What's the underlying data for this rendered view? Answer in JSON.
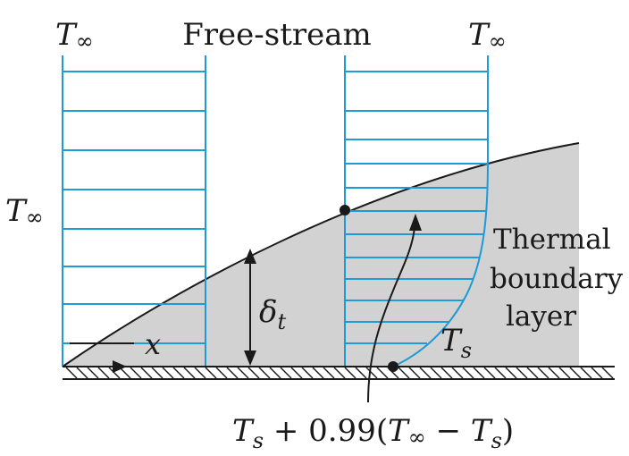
{
  "labels": {
    "free_stream": "Free-stream",
    "t_inf_sym": "T",
    "inf_sym": "∞",
    "x_label": "x",
    "delta_sym": "δ",
    "delta_sub": "t",
    "ts_sym": "T",
    "ts_sub": "s",
    "thermal_line1": "Thermal",
    "thermal_line2": "boundary",
    "thermal_line3": "layer",
    "formula_a": "T",
    "formula_s": "s",
    "formula_b": " + 0.99(",
    "formula_c": "T",
    "formula_inf": "∞",
    "formula_d": " − ",
    "formula_e": "T",
    "formula_s2": "s",
    "formula_f": ")"
  },
  "colors": {
    "profile_line": "#1e9ad6",
    "boundary_fill": "#d2d2d2",
    "ink": "#1a1a1a"
  }
}
